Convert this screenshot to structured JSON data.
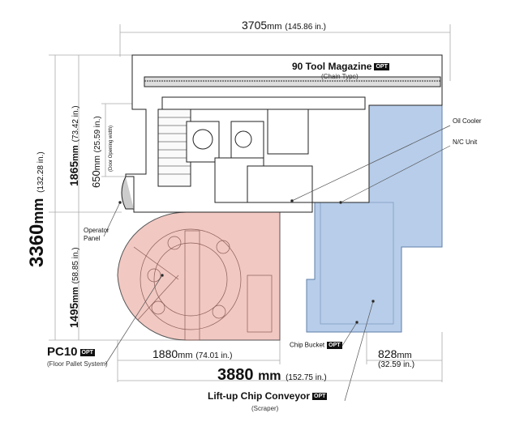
{
  "dimensions": {
    "overall_width": {
      "value": "3705",
      "unit": "mm",
      "inches": "(145.86 in.)"
    },
    "overall_depth": {
      "value": "3360",
      "unit": "mm",
      "inches": "(132.28 in.)"
    },
    "upper_depth": {
      "value": "1865",
      "unit": "mm",
      "inches": "(73.42 in.)"
    },
    "lower_depth": {
      "value": "1495",
      "unit": "mm",
      "inches": "(58.85 in.)"
    },
    "door_opening": {
      "value": "650",
      "unit": "mm",
      "inches": "(25.59 in.)",
      "note": "(Door Opening width)"
    },
    "pallet_width": {
      "value": "1880",
      "unit": "mm",
      "inches": "(74.01 in.)"
    },
    "total_width": {
      "value": "3880",
      "unit": "mm",
      "inches": "(152.75 in.)"
    },
    "conveyor_width": {
      "value": "828",
      "unit": "mm",
      "inches": "(32.59 in.)"
    }
  },
  "labels": {
    "tool_magazine": "90 Tool Magazine",
    "tool_magazine_sub": "(Chain Type)",
    "oil_cooler": "Oil Cooler",
    "nc_unit": "N/C Unit",
    "operator_panel_1": "Operator",
    "operator_panel_2": "Panel",
    "pc10": "PC10",
    "pc10_sub": "(Floor Pallet System)",
    "chip_bucket": "Chip Bucket",
    "chip_conveyor": "Lift-up Chip Conveyor",
    "chip_conveyor_sub": "(Scraper)",
    "opt_badge": "OPT"
  },
  "colors": {
    "pallet_fill": "#f2c8c2",
    "conveyor_fill": "#b7cdea",
    "line": "#999999"
  }
}
